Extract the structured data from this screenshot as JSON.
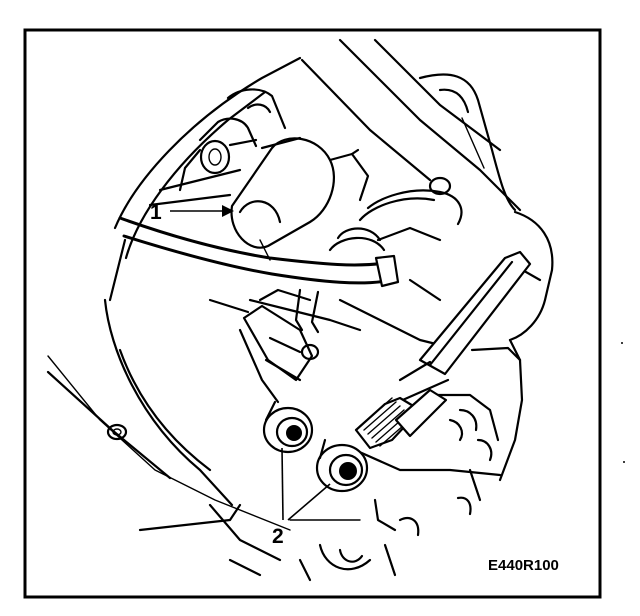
{
  "diagram": {
    "callouts": [
      {
        "id": "1",
        "label": "1"
      },
      {
        "id": "2",
        "label": "2"
      }
    ],
    "figure_code": "E440R100"
  },
  "colors": {
    "ink": "#000000",
    "paper": "#ffffff"
  }
}
